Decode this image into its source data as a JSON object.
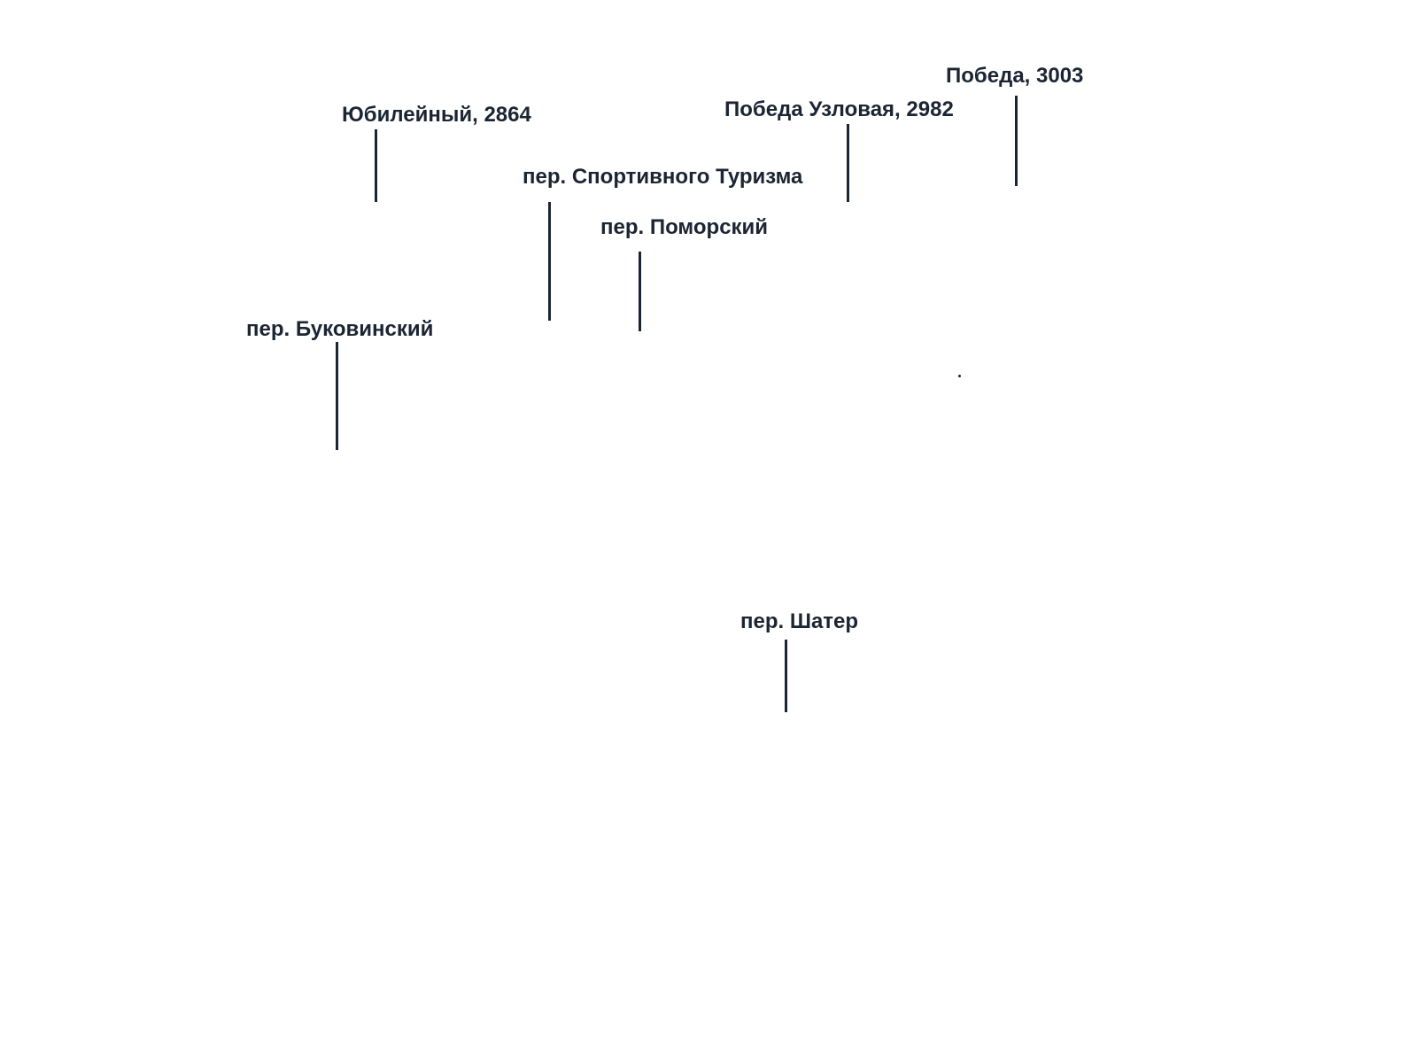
{
  "labels": {
    "pobeda": "Победа, 3003",
    "pobeda_uzlovaya": "Победа Узловая, 2982",
    "yubileyny": "Юбилейный, 2864",
    "sport_turizm": "пер. Спортивного Туризма",
    "pomorsky": "пер. Поморский",
    "bukovinsky": "пер. Буковинский",
    "shater": "пер. Шатер"
  }
}
